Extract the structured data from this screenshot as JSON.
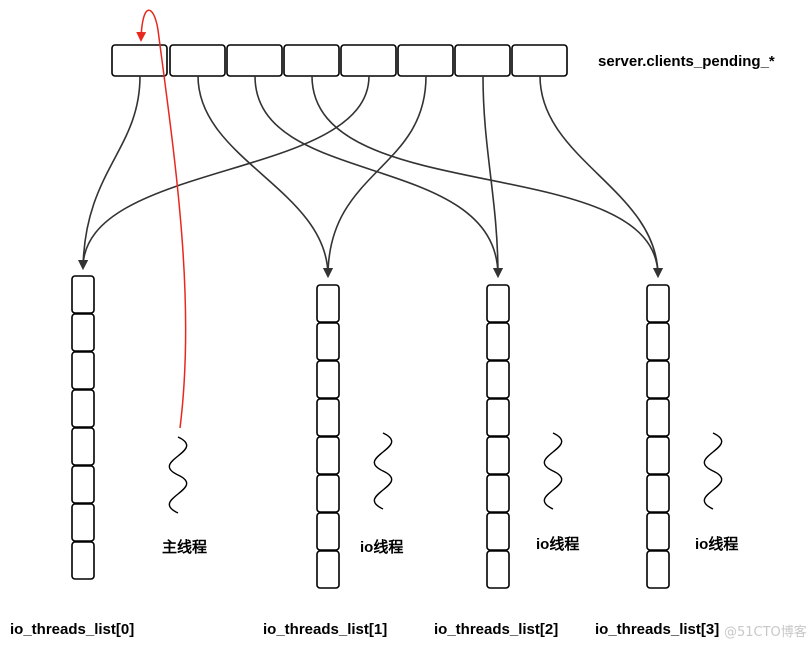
{
  "labels": {
    "pending_queue": "server.clients_pending_*",
    "list0": "io_threads_list[0]",
    "list1": "io_threads_list[1]",
    "list2": "io_threads_list[2]",
    "list3": "io_threads_list[3]",
    "main_thread": "主线程",
    "io_thread_1": "io线程",
    "io_thread_2": "io线程",
    "io_thread_3": "io线程",
    "watermark": "@51CTO博客"
  },
  "colors": {
    "stroke": "#000000",
    "arrow": "#333333",
    "return_arrow": "#e8281e"
  }
}
